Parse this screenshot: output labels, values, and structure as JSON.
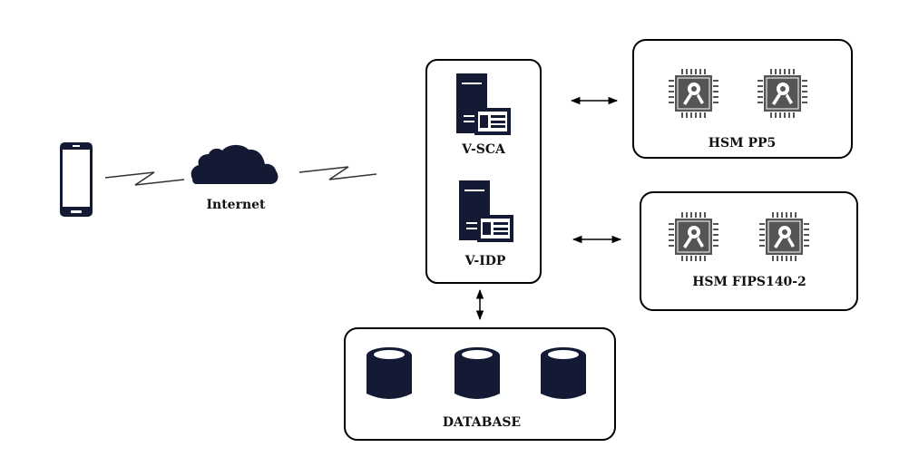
{
  "nodes": {
    "internet": "Internet",
    "vsca": "V-SCA",
    "vidp": "V-IDP",
    "hsm_pp5": "HSM PP5",
    "hsm_fips": "HSM FIPS140-2",
    "database": "DATABASE"
  },
  "colors": {
    "dark": "#141a33",
    "chip": "#555555",
    "stroke": "#000000"
  }
}
